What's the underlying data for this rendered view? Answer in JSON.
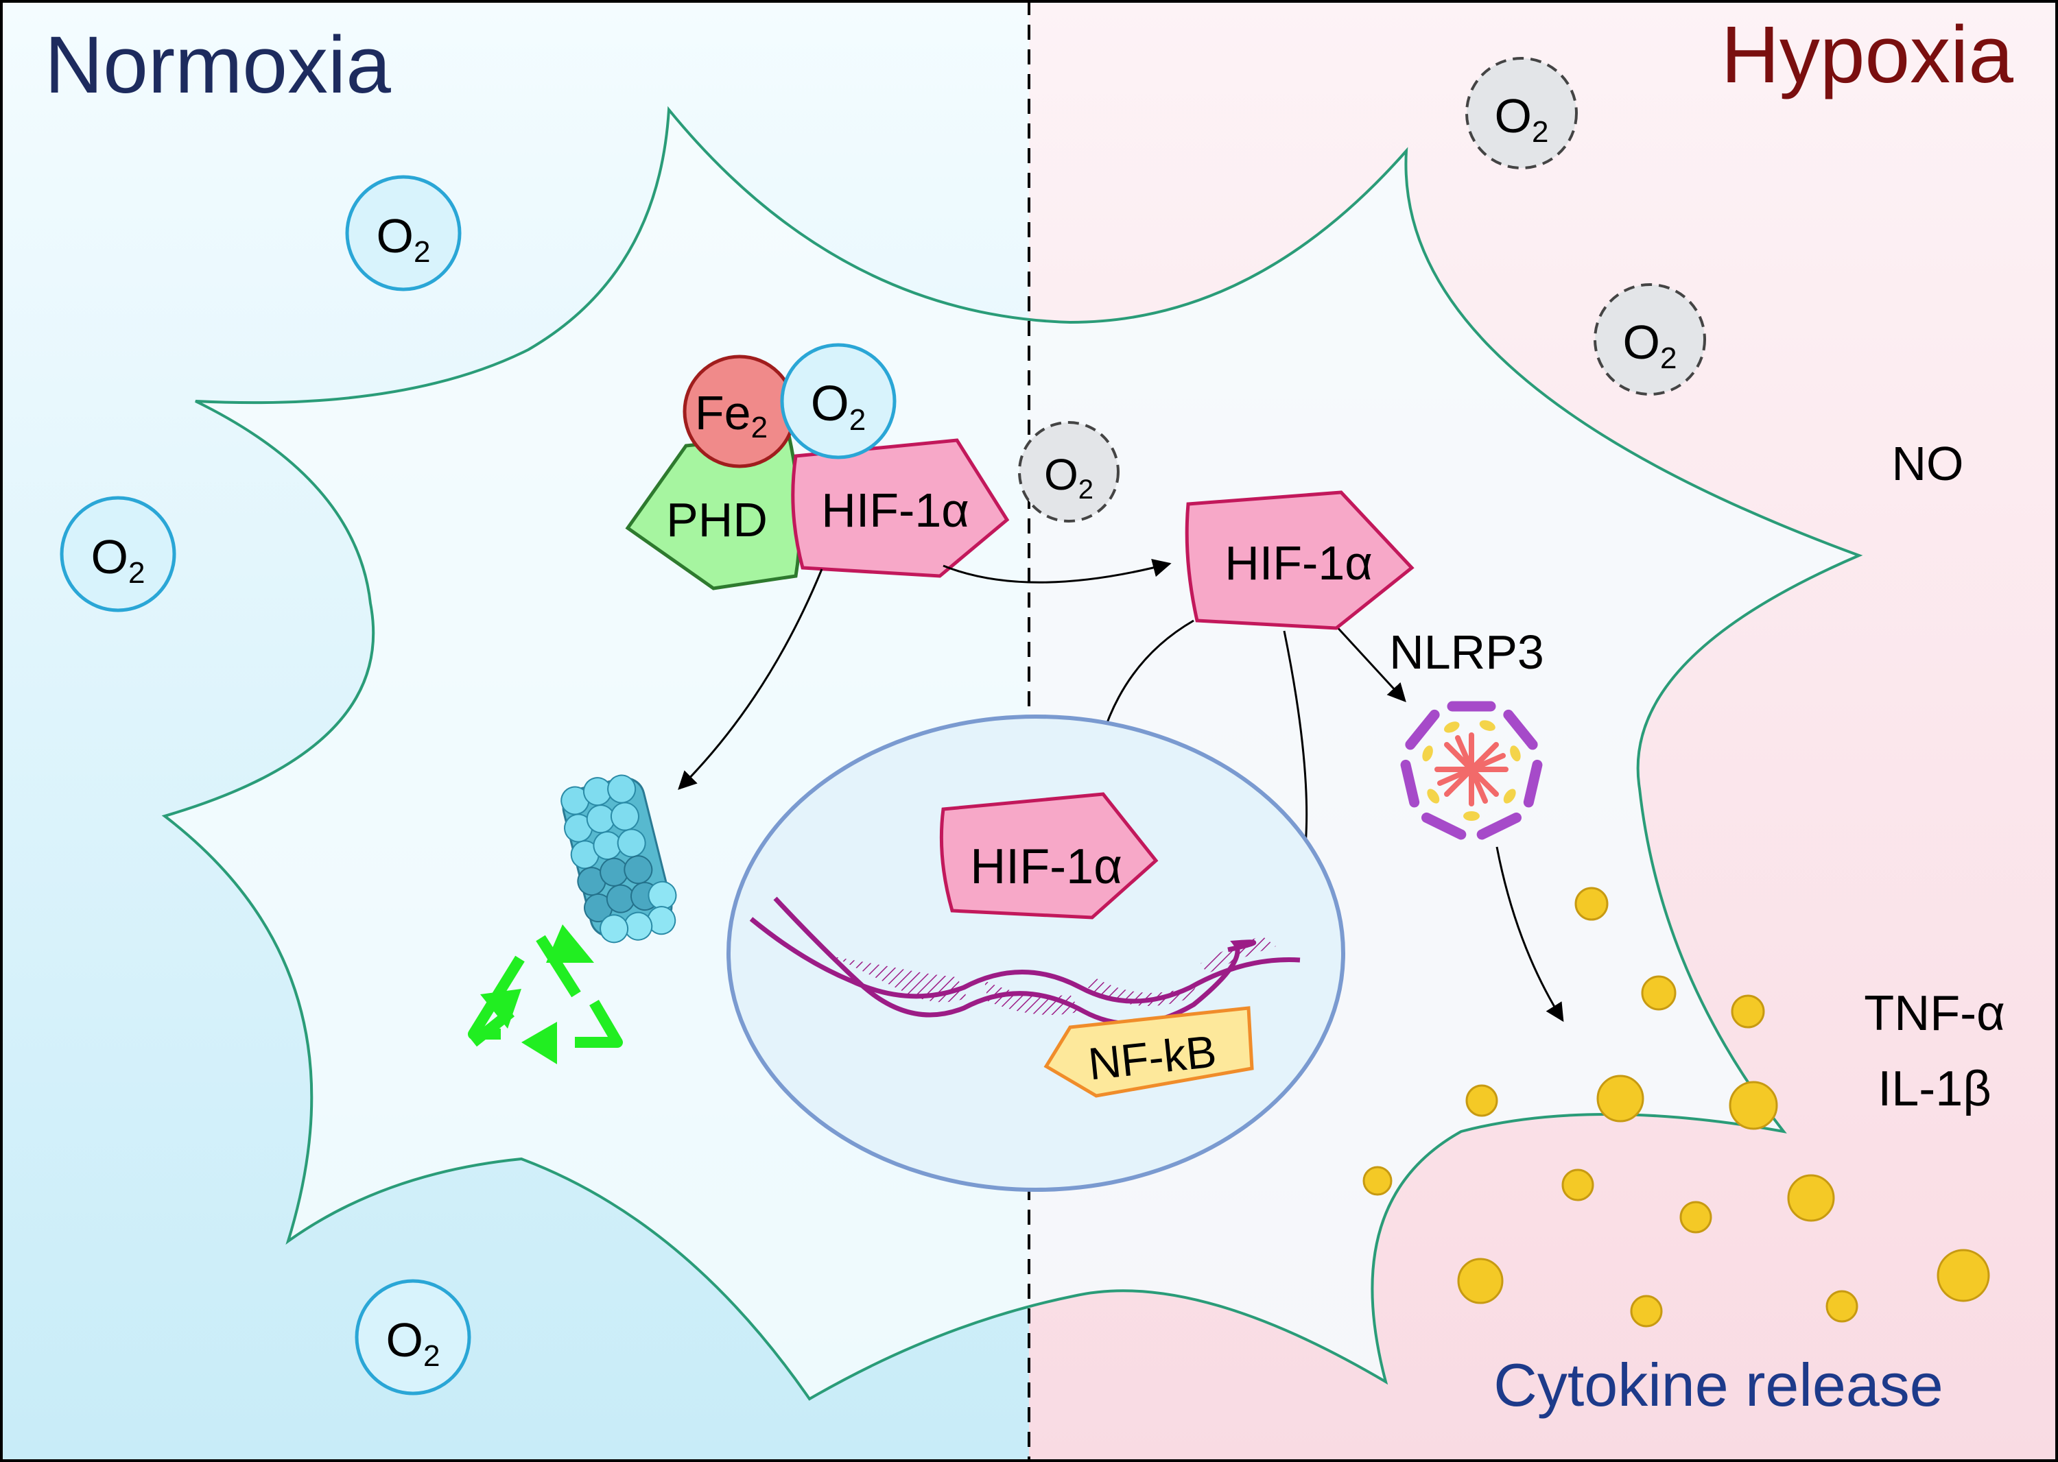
{
  "panels": {
    "normoxia": "Normoxia",
    "hypoxia": "Hypoxia"
  },
  "molecules": {
    "o2": "O",
    "o2_subscript": "2",
    "fe": "Fe",
    "fe_subscript": "2",
    "phd": "PHD",
    "hif1a": "HIF-1α",
    "nlrp3": "NLRP3",
    "nfkb": "NF-kB",
    "no": "NO",
    "tnfa": "TNF-α",
    "il1b": "IL-1β"
  },
  "labels": {
    "cytokine_release": "Cytokine release"
  },
  "colors": {
    "normoxia_title": "#1d2b5e",
    "hypoxia_title": "#7a0f0f",
    "normoxia_bg": "#cdeef8",
    "hypoxia_bg": "#fbe2e8",
    "cell_outline": "#2a9c78",
    "hif_fill": "#f7a8c8",
    "hif_stroke": "#c2185b",
    "phd_fill": "#a6f5a0",
    "fe_fill": "#f08a8a",
    "o2_normal_stroke": "#2aa6d6",
    "nucleus_stroke": "#7a9ad0",
    "dna": "#9c1c86",
    "nfkb_fill": "#fde89b",
    "cytokine": "#f4c926"
  },
  "icons": [
    "recycle-icon",
    "proteasome-icon",
    "inflammasome-icon",
    "dna-helix-icon"
  ]
}
